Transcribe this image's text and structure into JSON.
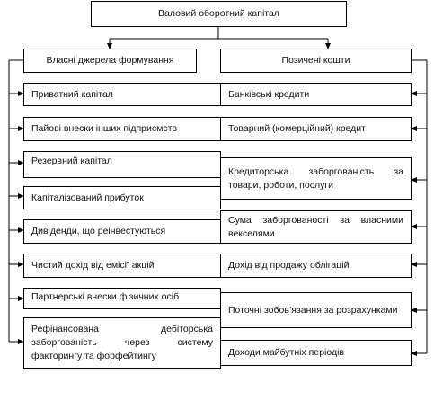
{
  "diagram": {
    "root": "Валовий оборотний капітал",
    "own_sources": {
      "title": "Власні джерела формування",
      "items": [
        "Приватний капітал",
        "Пайові внески інших підприємств",
        "Резервний капітал",
        "Капіталізований прибуток",
        "Дивіденди, що реінвестуються",
        "Чистий дохід від емісії акцій",
        "Партнерські внески фізичних осіб",
        "Рефінансована дебіторська заборгованість через систему факторингу та форфейтингу"
      ]
    },
    "borrowed_funds": {
      "title": "Позичені кошти",
      "items": [
        "Банківські кредити",
        "Товарний (комерційний) кредит",
        "Кредиторська заборгованість за товари, роботи, послуги",
        "Сума заборгованості за власними векселями",
        "Дохід від продажу облігацій",
        "Поточні зобов’язання за розрахунками",
        "Доходи майбутніх періодів"
      ]
    }
  }
}
